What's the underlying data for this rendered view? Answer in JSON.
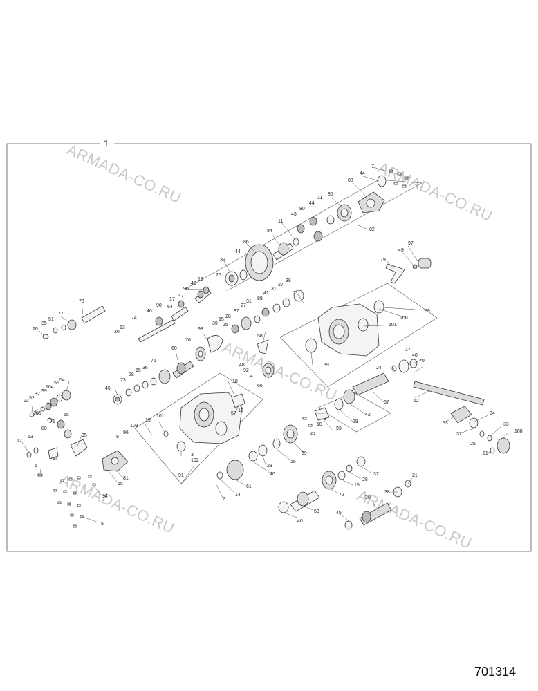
{
  "diagram": {
    "assembly_label": "1",
    "figure_number": "701314",
    "watermark": "ARMADA-CO.RU",
    "callouts": {
      "c7a": "7",
      "c44a": "44",
      "c83": "83",
      "c85": "85",
      "c82": "82",
      "c43": "43",
      "c80": "80",
      "c44b": "44",
      "c11a": "11",
      "c11b": "11",
      "c84": "84",
      "c86": "86",
      "c44c": "44",
      "c39a": "39",
      "c26": "26",
      "c97": "97",
      "c49": "49",
      "c79": "79",
      "c38a": "38",
      "c27": "27",
      "c31a": "31",
      "c41": "41",
      "c88": "88",
      "c2": "2",
      "c89": "89",
      "c100": "100",
      "c101a": "101",
      "c13a": "13",
      "c46a": "46",
      "c90": "90",
      "c17a": "17",
      "c47": "47",
      "c64": "64",
      "c78": "78",
      "c77": "77",
      "c51": "51",
      "c35": "35",
      "c20a": "20",
      "c13b": "13",
      "c20b": "20",
      "c74": "74",
      "c46b": "46",
      "c90b": "90",
      "c98": "98",
      "c76": "76",
      "c60": "60",
      "c15a": "15",
      "c39b": "39",
      "c25a": "25",
      "c87": "87",
      "c28a": "28",
      "c31b": "31",
      "c27b": "27",
      "c58": "58",
      "c48": "48",
      "c92": "92",
      "c4": "4",
      "c66": "66",
      "c39c": "39",
      "c75": "75",
      "c36": "36",
      "c15b": "15",
      "c28b": "28",
      "c73": "73",
      "c45a": "45",
      "c17b": "17",
      "c40a": "40",
      "c70": "70",
      "c24": "24",
      "c62": "62",
      "c18": "18",
      "c57": "57",
      "c10a": "10",
      "c54": "54",
      "c56": "56",
      "c104": "104",
      "c99": "99",
      "c32": "32",
      "c52": "52",
      "c22": "22",
      "c105": "105",
      "c71": "71",
      "c55": "55",
      "c88b": "88",
      "c63": "63",
      "c12": "12",
      "c50": "50",
      "c95": "95",
      "c101b": "101",
      "c19": "19",
      "c103": "103",
      "c96": "96",
      "c8": "8",
      "c3": "3",
      "c102": "102",
      "c91": "91",
      "c9": "9",
      "c10b": "10",
      "c93": "93",
      "c69": "69",
      "c29": "29",
      "c42": "42",
      "c67": "67",
      "c53": "53",
      "c34": "34",
      "c37a": "37",
      "c33": "33",
      "c25b": "25",
      "c21a": "21",
      "c108": "108",
      "c6": "6",
      "c81": "81",
      "c65": "65",
      "c94": "94",
      "c5": "5",
      "c16": "16",
      "c23": "23",
      "c40b": "40",
      "c61": "61",
      "c14": "14",
      "c7b": "7",
      "c37b": "37",
      "c28c": "28",
      "c15c": "15",
      "c72": "72",
      "c21b": "21",
      "c38b": "38",
      "c30": "30",
      "c59": "59",
      "c40c": "40",
      "c45b": "45"
    }
  }
}
